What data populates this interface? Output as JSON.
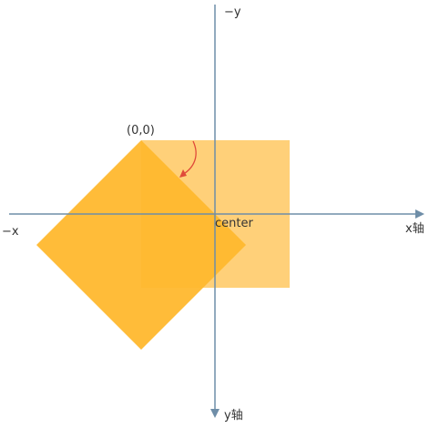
{
  "labels": {
    "neg_y": "−y",
    "neg_x": "−x",
    "x_axis": "x轴",
    "y_axis": "y轴",
    "origin": "(0,0)",
    "center": "center"
  },
  "colors": {
    "axis": "#6f8ea8",
    "original_rect": "#ffce72",
    "rotated_rect": "#ffb82e",
    "rotation_arrow": "#e04a3a",
    "text": "#333333"
  },
  "diagram": {
    "rotation_degrees": 45
  }
}
